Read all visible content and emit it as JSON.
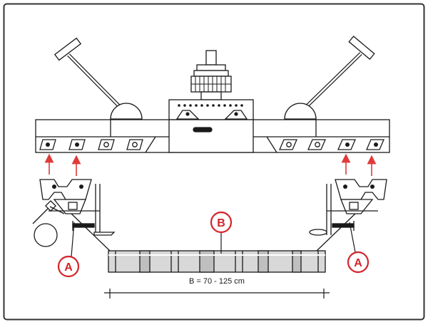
{
  "labels": {
    "a_left": "A",
    "a_right": "A",
    "b": "B",
    "dimension": "B = 70 - 125 cm"
  },
  "colors": {
    "frame": "#333333",
    "line": "#1a1a1a",
    "accent_red": "#d3242b",
    "arrow_red": "#e03a3a",
    "pipe_fill": "#d8d8d8",
    "pipe_band": "#bfbfbf"
  },
  "icons": {
    "arrow": "up-arrow",
    "pipe": "pipe-section",
    "gauge": "round-gauge"
  }
}
